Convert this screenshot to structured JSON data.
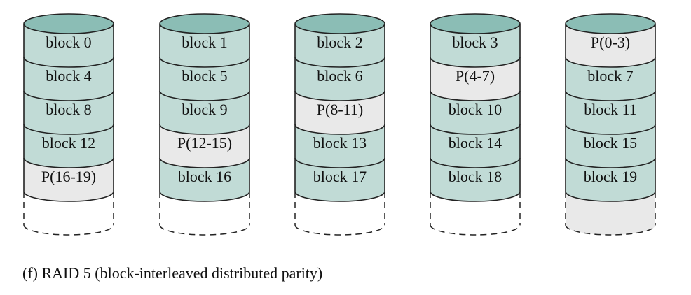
{
  "caption": "(f) RAID 5 (block-interleaved distributed parity)",
  "colors": {
    "data": "#c1dbd6",
    "parity": "#e9e9e9",
    "top": "#8bbdb5"
  },
  "disks": [
    {
      "blocks": [
        {
          "label": "block 0",
          "parity": false
        },
        {
          "label": "block 4",
          "parity": false
        },
        {
          "label": "block 8",
          "parity": false
        },
        {
          "label": "block 12",
          "parity": false
        },
        {
          "label": "P(16-19)",
          "parity": true
        }
      ],
      "spare_shaded": false
    },
    {
      "blocks": [
        {
          "label": "block 1",
          "parity": false
        },
        {
          "label": "block 5",
          "parity": false
        },
        {
          "label": "block 9",
          "parity": false
        },
        {
          "label": "P(12-15)",
          "parity": true
        },
        {
          "label": "block 16",
          "parity": false
        }
      ],
      "spare_shaded": false
    },
    {
      "blocks": [
        {
          "label": "block 2",
          "parity": false
        },
        {
          "label": "block 6",
          "parity": false
        },
        {
          "label": "P(8-11)",
          "parity": true
        },
        {
          "label": "block 13",
          "parity": false
        },
        {
          "label": "block 17",
          "parity": false
        }
      ],
      "spare_shaded": false
    },
    {
      "blocks": [
        {
          "label": "block 3",
          "parity": false
        },
        {
          "label": "P(4-7)",
          "parity": true
        },
        {
          "label": "block 10",
          "parity": false
        },
        {
          "label": "block 14",
          "parity": false
        },
        {
          "label": "block 18",
          "parity": false
        }
      ],
      "spare_shaded": false
    },
    {
      "blocks": [
        {
          "label": "P(0-3)",
          "parity": true
        },
        {
          "label": "block 7",
          "parity": false
        },
        {
          "label": "block 11",
          "parity": false
        },
        {
          "label": "block 15",
          "parity": false
        },
        {
          "label": "block 19",
          "parity": false
        }
      ],
      "spare_shaded": true
    }
  ]
}
